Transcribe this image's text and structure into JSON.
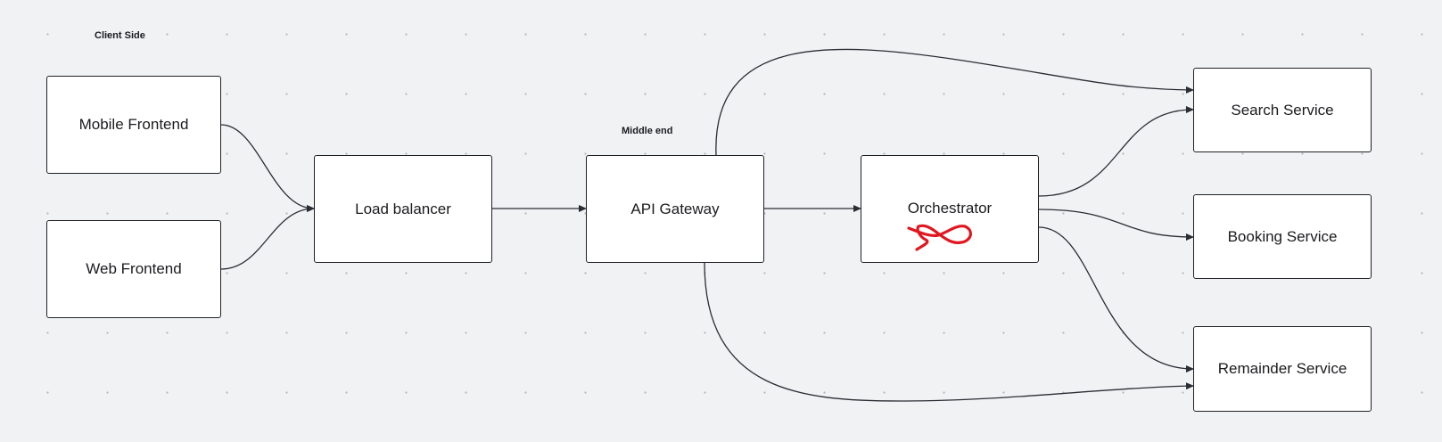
{
  "diagram": {
    "groups": {
      "client_side": "Client Side",
      "middle_end": "Middle end"
    },
    "nodes": {
      "mobile_frontend": "Mobile Frontend",
      "web_frontend": "Web Frontend",
      "load_balancer": "Load balancer",
      "api_gateway": "API Gateway",
      "orchestrator": "Orchestrator",
      "search_service": "Search Service",
      "booking_service": "Booking Service",
      "remainder_service": "Remainder Service"
    },
    "edges": [
      {
        "from": "Mobile Frontend",
        "to": "Load balancer"
      },
      {
        "from": "Web Frontend",
        "to": "Load balancer"
      },
      {
        "from": "Load balancer",
        "to": "API Gateway"
      },
      {
        "from": "API Gateway",
        "to": "Orchestrator"
      },
      {
        "from": "API Gateway",
        "to": "Search Service"
      },
      {
        "from": "API Gateway",
        "to": "Remainder Service"
      },
      {
        "from": "Orchestrator",
        "to": "Search Service"
      },
      {
        "from": "Orchestrator",
        "to": "Booking Service"
      },
      {
        "from": "Orchestrator",
        "to": "Remainder Service"
      }
    ],
    "colors": {
      "canvas": "#f1f2f4",
      "node_fill": "#ffffff",
      "stroke": "#1f2125",
      "annotation": "#e0171f"
    }
  }
}
